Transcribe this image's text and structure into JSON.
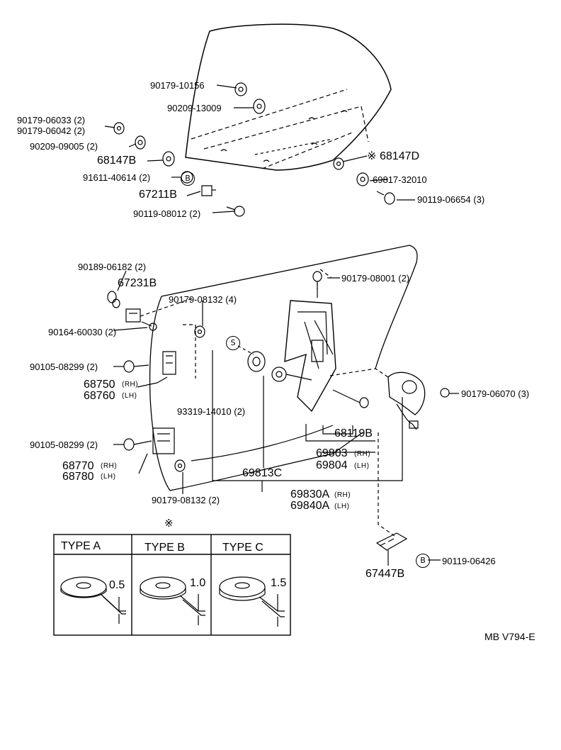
{
  "colors": {
    "ink": "#000000",
    "paper": "#ffffff"
  },
  "symbols": {
    "note_mark": "※",
    "b_mark": "B",
    "s_mark": "S"
  },
  "parts": {
    "p90179_10156": "90179-10156",
    "p90209_13009": "90209-13009",
    "p90179_06033": "90179-06033 (2)",
    "p90179_06042": "90179-06042 (2)",
    "p90209_09005": "90209-09005 (2)",
    "p68147B": "68147B",
    "p91611_40614": "91611-40614 (2)",
    "p67211B": "67211B",
    "p90119_08012": "90119-08012 (2)",
    "p68147D": "68147D",
    "p69817_32010": "69817-32010",
    "p90119_06654": "90119-06654 (3)",
    "p90189_06182": "90189-06182 (2)",
    "p67231B": "67231B",
    "p90179_08132_4": "90179-08132 (4)",
    "p90164_60030": "90164-60030 (2)",
    "p90105_08299_a": "90105-08299 (2)",
    "p68750": "68750",
    "p68760": "68760",
    "p90179_08001": "90179-08001 (2)",
    "p90179_06070": "90179-06070 (3)",
    "p93319_14010": "93319-14010 (2)",
    "p68119B": "68119B",
    "p69803": "69803",
    "p69804": "69804",
    "p90105_08299_b": "90105-08299 (2)",
    "p68770": "68770",
    "p68780": "68780",
    "p69813C": "69813C",
    "p90179_08132_2": "90179-08132 (2)",
    "p69830A": "69830A",
    "p69840A": "69840A",
    "p67447B": "67447B",
    "p90119_06426": "90119-06426"
  },
  "side": {
    "rh": "(RH)",
    "lh": "(LH)"
  },
  "type_table": {
    "headers": [
      "TYPE  A",
      "TYPE  B",
      "TYPE  C"
    ],
    "thickness": [
      "0.5",
      "1.0",
      "1.5"
    ]
  },
  "diagram_code": "MB V794-E"
}
